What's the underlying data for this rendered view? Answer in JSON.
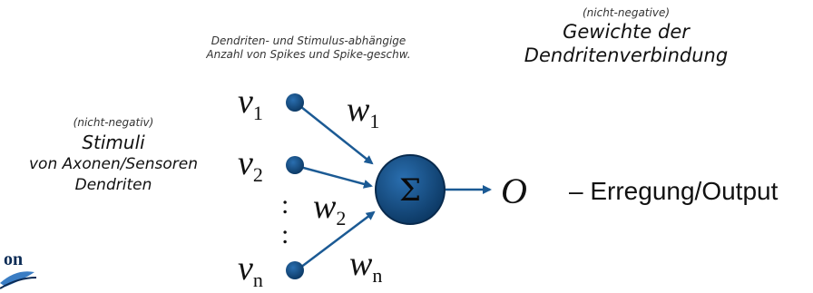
{
  "top_center_note": {
    "line1": "Dendriten- und Stimulus-abhängige",
    "line2": "Anzahl von Spikes und Spike-geschw."
  },
  "weights_heading": {
    "small": "(nicht-negative)",
    "line1": "Gewichte der",
    "line2": "Dendritenverbindung"
  },
  "stimuli_block": {
    "small": "(nicht-negativ)",
    "title": "Stimuli",
    "line2": "von Axonen/Sensoren",
    "line3": "Dendriten"
  },
  "inputs": [
    {
      "symbol": "v",
      "subscript": "1"
    },
    {
      "symbol": "v",
      "subscript": "2"
    },
    {
      "symbol": "v",
      "subscript": "n"
    }
  ],
  "weights": [
    {
      "symbol": "w",
      "subscript": "1"
    },
    {
      "symbol": "w",
      "subscript": "2"
    },
    {
      "symbol": "w",
      "subscript": "n"
    }
  ],
  "ellipsis_dots": ":",
  "summation_symbol": "Σ",
  "output_symbol": "O",
  "output_label": "– Erregung/Output",
  "logo_fragment": "on",
  "colors": {
    "node": "#0d3a66",
    "node_highlight": "#2a6fb0",
    "arrow": "#1b5a94",
    "gray_text": "#3a3a3a",
    "heading_text": "#111111"
  }
}
